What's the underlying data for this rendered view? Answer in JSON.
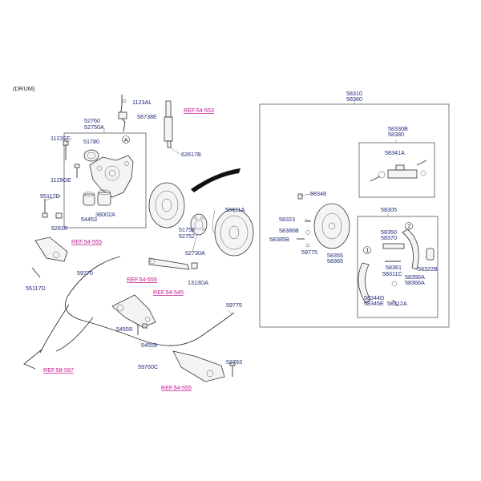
{
  "header": {
    "variant": "(DRUM)"
  },
  "colors": {
    "label": "#1f2a7a",
    "ref_link": "#c0148c",
    "line": "#333333"
  },
  "callouts": {
    "a": "A",
    "circle1": "1",
    "circle2": "2"
  },
  "labels": {
    "p1123AL": "1123AL",
    "p58738E": "58738E",
    "p52760": "52760",
    "p52750A": "52750A",
    "p1123SF": "1123SF",
    "p51780": "51780",
    "p1129GE": "1129GE",
    "p55117D_top": "55117D",
    "p54453": "54453",
    "p38002A": "38002A",
    "p62618": "62618",
    "p62617B": "62617B",
    "p58411A": "58411A",
    "p51752": "51752",
    "p52752": "52752",
    "p52730A": "52730A",
    "p55117D_bottom": "55117D",
    "p59770": "59770",
    "p1313DA": "1313DA",
    "p54559_a": "54559",
    "p54559_b": "54559",
    "p59760C": "59760C",
    "p59775_right": "59775",
    "p52763": "52763",
    "p58310": "58310",
    "p58360": "58360",
    "p58330B": "58330B",
    "p58380": "58380",
    "p58341A": "58341A",
    "p58348": "58348",
    "p58323": "58323",
    "p58386B": "58386B",
    "p58385B": "58385B",
    "p59775_box": "59775",
    "p58355": "58355",
    "p58365": "58365",
    "p58305": "58305",
    "p58350": "58350",
    "p58370": "58370",
    "p58361": "58361",
    "p58311C": "58311C",
    "p58356A": "58356A",
    "p58366A": "58366A",
    "p58322B": "58322B",
    "p58344D": "58344D",
    "p58345E": "58345E",
    "p58312A": "58312A"
  },
  "refs": {
    "ref_54_553": "REF.54-553",
    "ref_54_555_left": "REF.54-555",
    "ref_54_555_mid": "REF.54-555",
    "ref_54_545": "REF.54-545",
    "ref_58_597": "REF.58-597",
    "ref_54_555_bottom": "REF.54-555"
  }
}
